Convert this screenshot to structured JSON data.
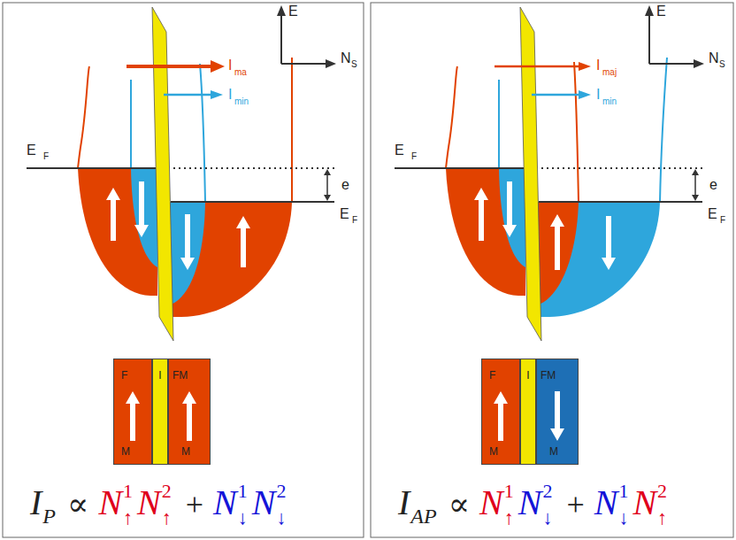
{
  "diagram": {
    "nodes": [
      {
        "text": [
          "F",
          "M"
        ]
      },
      {
        "text": [
          "I"
        ]
      },
      {
        "text": [
          "FM",
          "M"
        ]
      },
      {
        "text": [
          "F",
          "M"
        ]
      },
      {
        "text": [
          "I"
        ]
      },
      {
        "text": [
          "FM",
          "M"
        ]
      }
    ],
    "labels": [
      "E",
      "N",
      "S",
      "I",
      "ma",
      "I",
      "min",
      "E",
      "F",
      "e",
      "E",
      "F",
      "I",
      "P",
      "∝",
      "N",
      "1",
      "↑",
      "N",
      "2",
      "↑",
      "+",
      "N",
      "1",
      "↓",
      "N",
      "2",
      "↓",
      "E",
      "N",
      "S",
      "I",
      "maj",
      "I",
      "min",
      "E",
      "F",
      "e",
      "E",
      "F",
      "I",
      "AP",
      "∝",
      "N",
      "1",
      "↑",
      "N",
      "2",
      "↓",
      "+",
      "N",
      "1",
      "↓",
      "N",
      "2",
      "↑"
    ]
  }
}
